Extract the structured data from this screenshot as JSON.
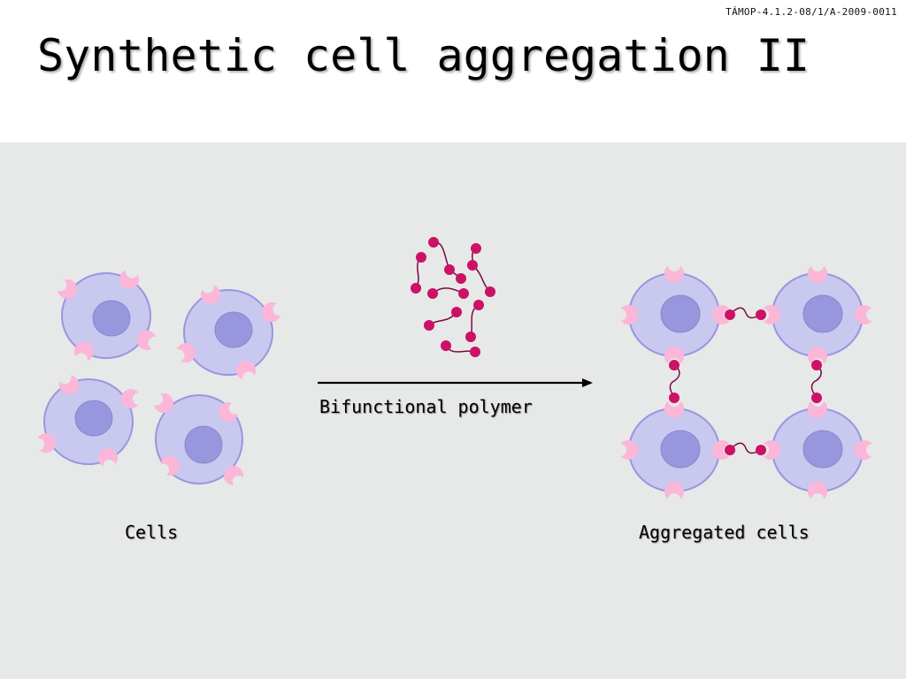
{
  "header": {
    "project_code": "TÁMOP-4.1.2-08/1/A-2009-0011",
    "title": "Synthetic cell aggregation II"
  },
  "diagram": {
    "left_label": "Cells",
    "arrow_label": "Bifunctional polymer",
    "right_label": "Aggregated cells",
    "icons": [
      "cell-icon",
      "receptor-icon",
      "polymer-icon",
      "arrow-icon"
    ]
  },
  "colors": {
    "background": "#e7e8e8",
    "cell_membrane": "#9a95e0",
    "cell_fill": "#c9c8ef",
    "nucleus": "#9896dc",
    "receptor": "#fbb6d8",
    "polymer_bead": "#cc1166",
    "polymer_chain": "#7a0a3e"
  }
}
